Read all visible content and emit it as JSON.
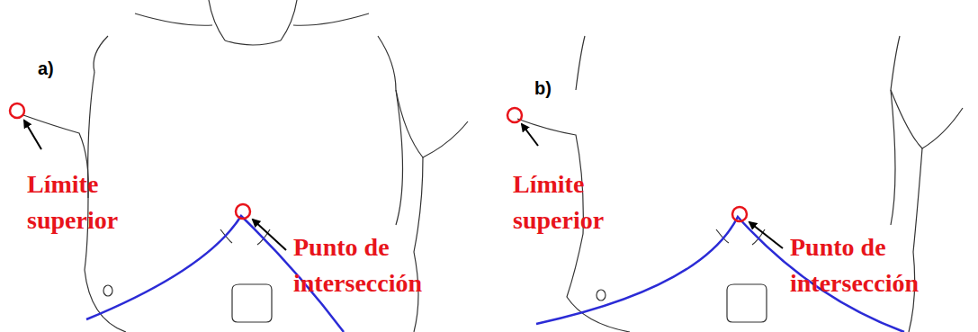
{
  "diagram": {
    "labels": [
      "a)",
      "Límite superior",
      "Punto de intersección",
      "b)",
      "Límite superior",
      "Punto de intersección"
    ]
  }
}
